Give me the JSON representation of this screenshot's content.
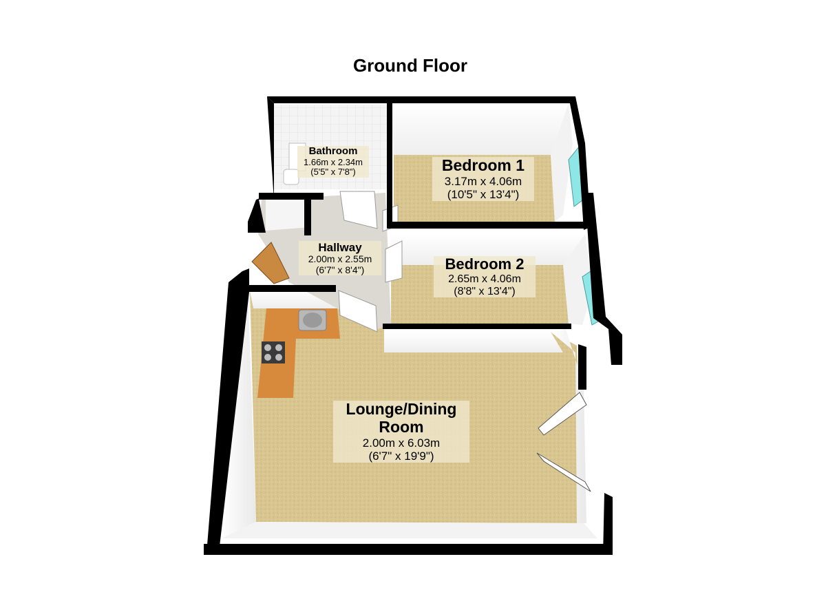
{
  "title": "Ground Floor",
  "rooms": [
    {
      "name": "Bathroom",
      "metric": "1.66m x 2.34m",
      "imperial": "(5'5\" x 7'8\")"
    },
    {
      "name": "Bedroom 1",
      "metric": "3.17m x 4.06m",
      "imperial": "(10'5\" x 13'4\")"
    },
    {
      "name": "Hallway",
      "metric": "2.00m x 2.55m",
      "imperial": "(6'7\" x 8'4\")"
    },
    {
      "name": "Bedroom 2",
      "metric": "2.65m x 4.06m",
      "imperial": "(8'8\" x 13'4\")"
    },
    {
      "name": "Lounge/Dining",
      "name_line2": "Room",
      "metric": "2.00m x 6.03m",
      "imperial": "(6'7\" x 19'9\")"
    }
  ],
  "colors": {
    "wall": "#000000",
    "carpet": "#d8c58f",
    "inner_wall": "#ffffff",
    "worktop": "#d88a3c",
    "door_wood": "#c98940",
    "window_glass": "#8fe6e6",
    "label_bg": "#f0e8cd"
  }
}
